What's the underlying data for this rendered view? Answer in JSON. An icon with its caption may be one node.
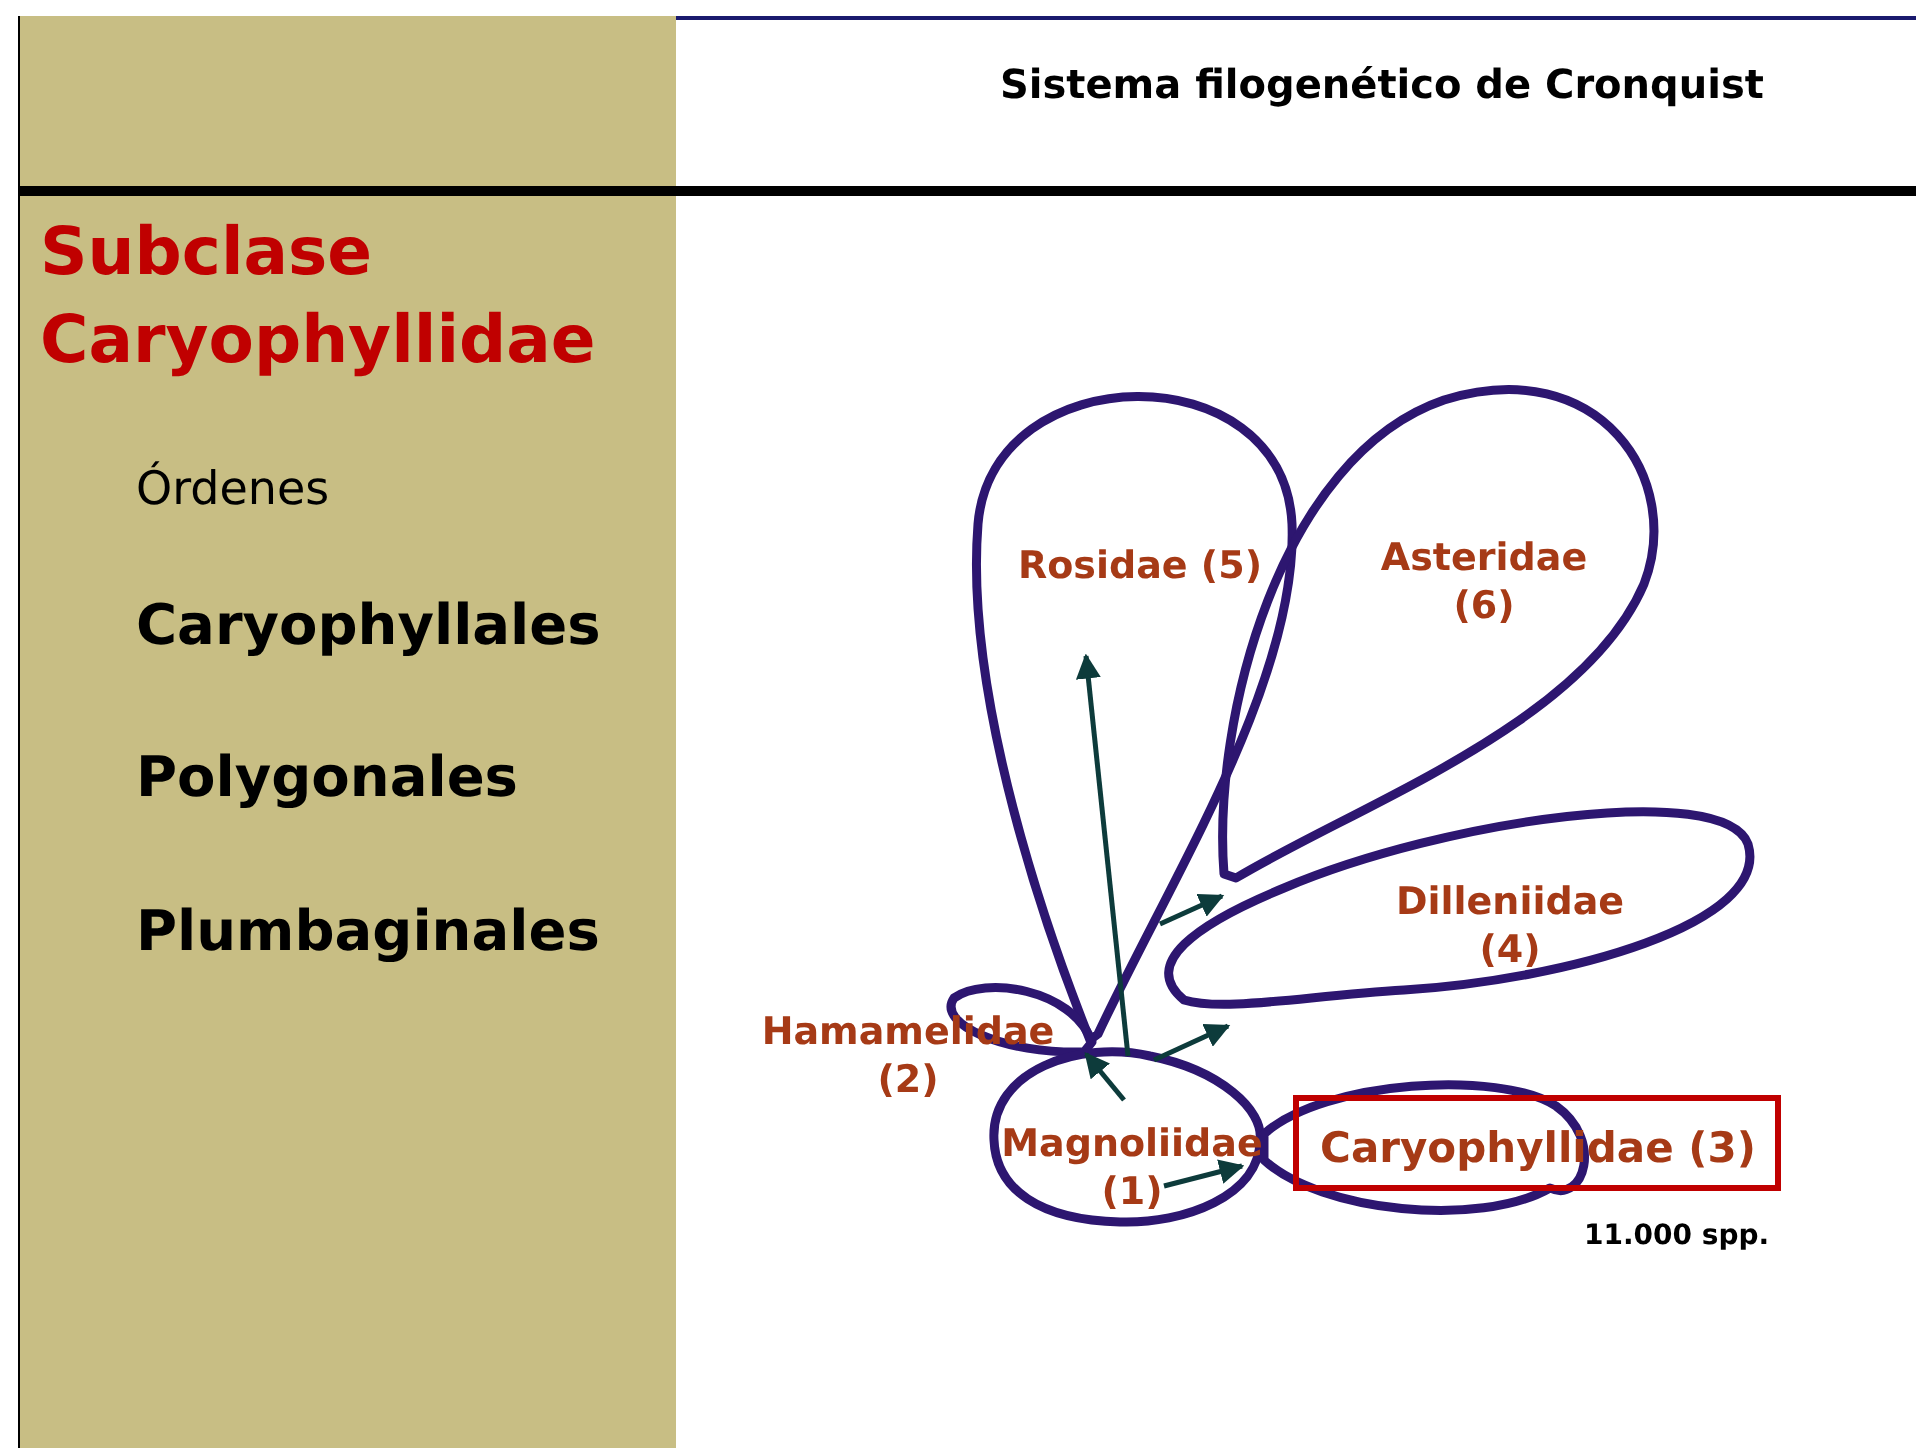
{
  "diagram": {
    "title": "Sistema filogenético de Cronquist",
    "nodes": [
      {
        "text": [
          "Rosidae (5)"
        ]
      },
      {
        "text": [
          "Asteridae (6)"
        ]
      },
      {
        "text": [
          "Dilleniidae (4)"
        ]
      },
      {
        "text": [
          "Hamamelidae (2)"
        ]
      },
      {
        "text": [
          "Magnoliidae (1)"
        ]
      },
      {
        "text": [
          "Caryophyllidae (3)"
        ]
      }
    ],
    "edges": [
      {
        "from": 4,
        "to": 3,
        "arrow": "to"
      },
      {
        "from": 4,
        "to": 0,
        "arrow": "to"
      },
      {
        "from": 0,
        "to": 1,
        "arrow": "to"
      },
      {
        "from": 4,
        "to": 2,
        "arrow": "to"
      },
      {
        "from": 4,
        "to": 5,
        "arrow": "to"
      }
    ],
    "labels": [
      "Subclase Caryophyllidae",
      "Órdenes",
      "Caryophyllales",
      "Polygonales",
      "Plumbaginales",
      "11.000 spp."
    ]
  }
}
